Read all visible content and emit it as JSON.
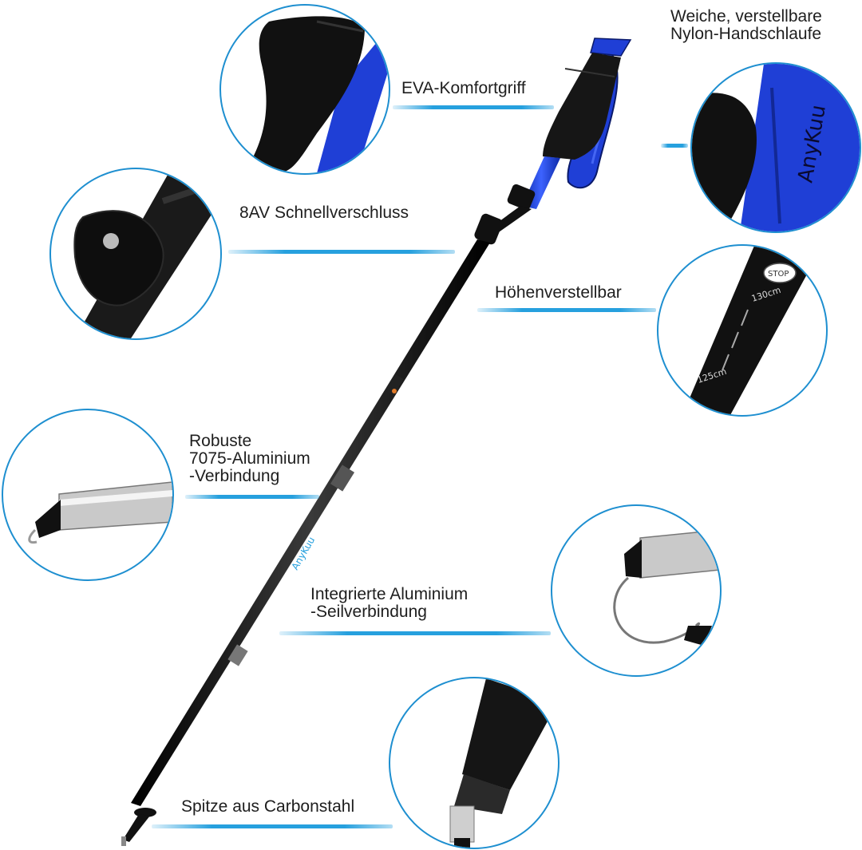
{
  "labels": {
    "grip": "EVA-Komfortgriff",
    "strap": "Weiche, verstellbare\nNylon-Handschlaufe",
    "lock": "8AV Schnellverschluss",
    "height": "Höhenverstellbar",
    "joint": "Robuste\n7075-Aluminium\n-Verbindung",
    "cable": "Integrierte Aluminium\n-Seilverbindung",
    "tip": "Spitze aus Carbonstahl"
  },
  "detail_texts": {
    "stop": "STOP",
    "mark_130": "130cm",
    "mark_125": "125cm",
    "brand": "AnyKuu"
  },
  "colors": {
    "accent": "#26a0de",
    "strap_blue": "#1f3fd6",
    "pole_black": "#111111",
    "circle_border": "#1e8fd0"
  }
}
